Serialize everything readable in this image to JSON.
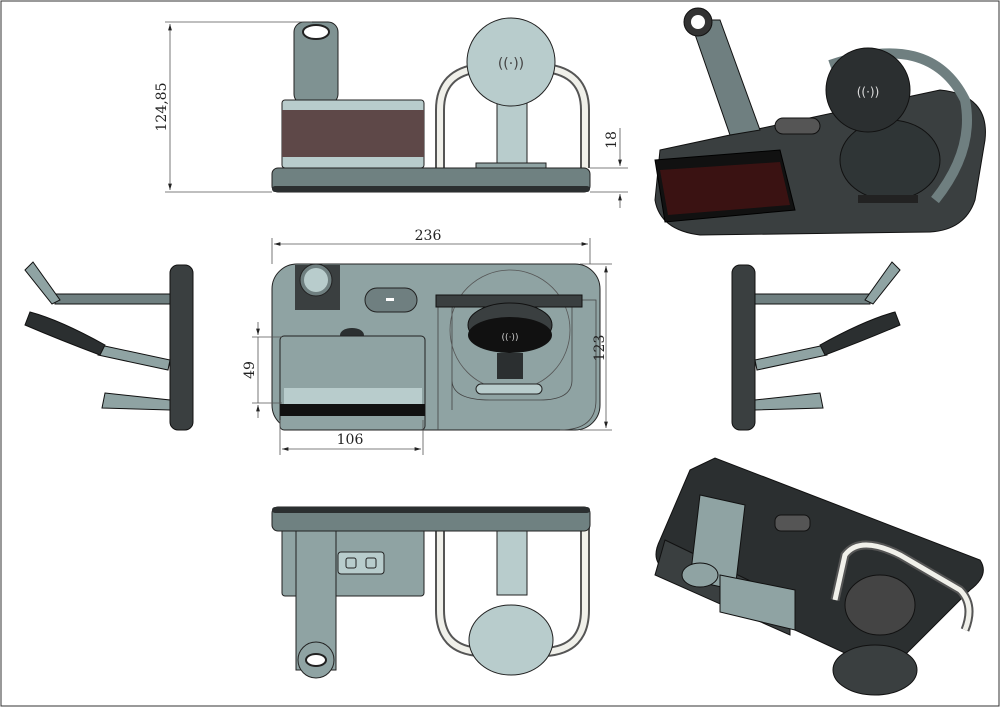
{
  "dimensions": {
    "height_total": "124,85",
    "base_height": "18",
    "width_total": "236",
    "depth_total": "123",
    "tray_depth": "49",
    "tray_width": "106"
  },
  "colors": {
    "body": "#8fa3a3",
    "body_light": "#b8cccc",
    "dark": "#2b2f30",
    "brown": "#5e4848",
    "white_arch": "#f0f0ea",
    "outline": "#222222"
  },
  "icons": [
    "wireless-charging-icon"
  ]
}
